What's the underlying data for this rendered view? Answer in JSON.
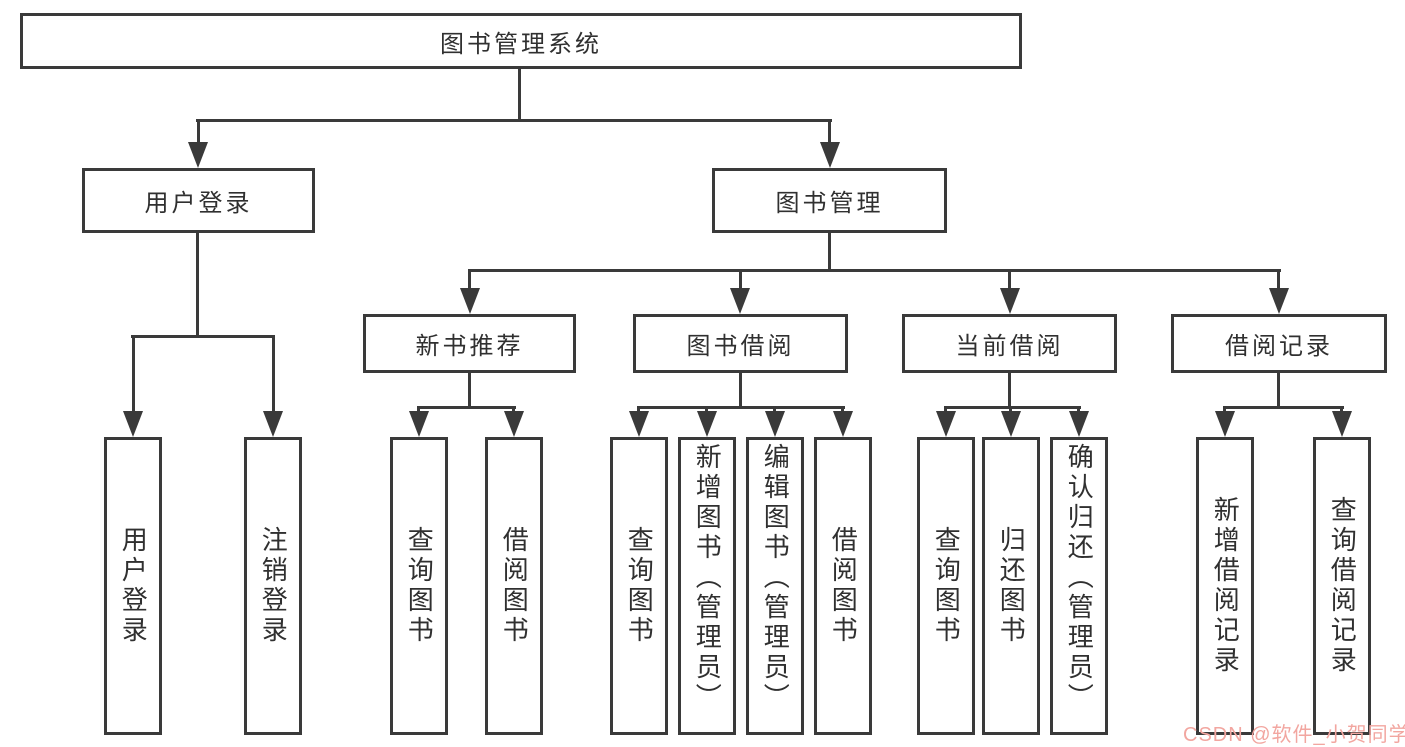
{
  "tree": {
    "label": "图书管理系统",
    "children": [
      {
        "label": "用户登录",
        "children": [
          {
            "label": "用户登录"
          },
          {
            "label": "注销登录"
          }
        ]
      },
      {
        "label": "图书管理",
        "children": [
          {
            "label": "新书推荐",
            "children": [
              {
                "label": "查询图书"
              },
              {
                "label": "借阅图书"
              }
            ]
          },
          {
            "label": "图书借阅",
            "children": [
              {
                "label": "查询图书"
              },
              {
                "label": "新增图书（管理员）"
              },
              {
                "label": "编辑图书（管理员）"
              },
              {
                "label": "借阅图书"
              }
            ]
          },
          {
            "label": "当前借阅",
            "children": [
              {
                "label": "查询图书"
              },
              {
                "label": "归还图书"
              },
              {
                "label": "确认归还（管理员）"
              }
            ]
          },
          {
            "label": "借阅记录",
            "children": [
              {
                "label": "新增借阅记录"
              },
              {
                "label": "查询借阅记录"
              }
            ]
          }
        ]
      }
    ]
  },
  "watermark": {
    "text": "CSDN @软件_小贺同学"
  },
  "colors": {
    "line": "#3a3a3a",
    "text": "#303030",
    "watermark": "#f2a6a0",
    "background": "#ffffff"
  }
}
